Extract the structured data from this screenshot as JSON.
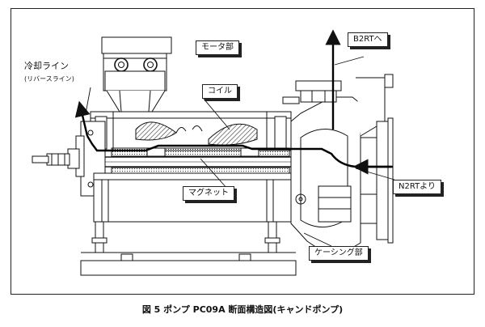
{
  "labels": {
    "motor": "モータ部",
    "coil": "コイル",
    "cooling_line": "冷却ライン",
    "reverse_line": "(リバースライン)",
    "magnet": "マグネット",
    "to_b2rt": "B2RTへ",
    "from_n2rt": "N2RTより",
    "casing": "ケーシング部"
  },
  "caption": "図 5  ポンプ PC09A 断面構造図(キャンドポンプ)",
  "colors": {
    "ink": "#111111",
    "paper": "#ffffff",
    "hatch": "#555555"
  }
}
